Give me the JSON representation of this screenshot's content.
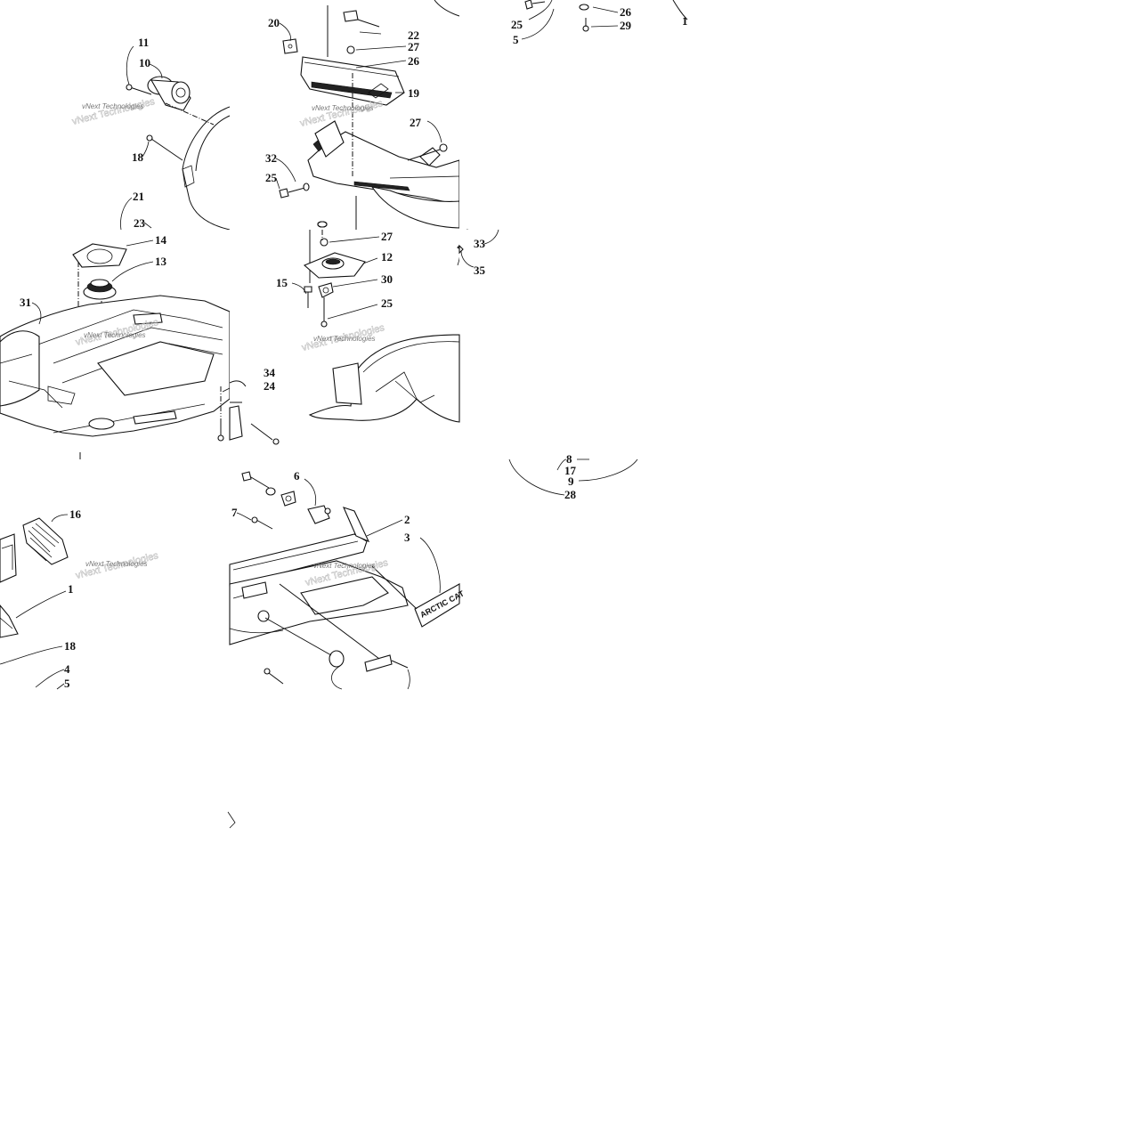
{
  "watermark": "vNext Technologies",
  "brand_plate": "ARCTIC CAT",
  "tiles": {
    "t1": {
      "labels": [
        "11",
        "10",
        "18",
        "21",
        "23"
      ]
    },
    "t2": {
      "labels": [
        "20",
        "22",
        "27",
        "26",
        "19",
        "27",
        "32",
        "25"
      ]
    },
    "t3": {
      "labels": [
        "25",
        "26",
        "29",
        "5"
      ]
    },
    "t4": {
      "labels": [
        "14",
        "13",
        "31",
        "34",
        "24"
      ]
    },
    "t5": {
      "labels": [
        "27",
        "12",
        "15",
        "30",
        "25",
        "33",
        "35"
      ]
    },
    "t6": {
      "labels": [
        "8",
        "17",
        "9",
        "28"
      ]
    },
    "t7": {
      "labels": [
        "16",
        "1",
        "18",
        "4",
        "5"
      ]
    },
    "t8": {
      "labels": [
        "6",
        "7",
        "2",
        "3"
      ]
    }
  }
}
